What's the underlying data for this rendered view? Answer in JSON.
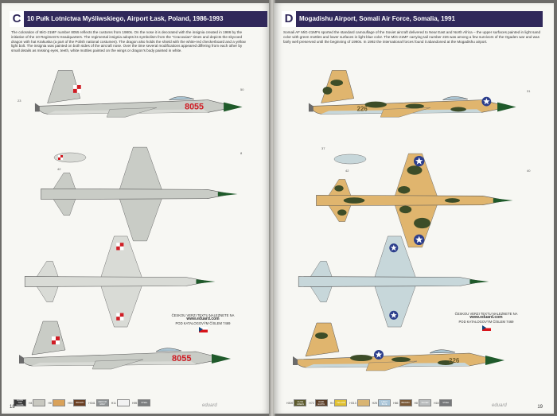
{
  "left": {
    "letter": "C",
    "title": "10 Pułk Lotnictwa Myśliwskiego, Airport Łask, Poland, 1986-1993",
    "description": "The coloration of MiG-21MF number 8055 reflects the customs from 1980s. On the nose it is decorated with the insignia created in 1986 by the initiative of the 10 Regiment's Headquarters. The regimental insignia adopts its symbolism from the \"Cracowian\" times and depicts the skycoed dragon with hat Krakuska (a part of the Polish national costumes). The dragon also holds the shield with the white-red checkerboard and a yellow light bolt. The insignia was painted on both sides of the aircraft nose. Over the time several modifications appeared differing from each other by small details as missing eyes, teeth, white mottles painted on the wings or dragon's body painted in white.",
    "aircraft_number": "8055",
    "page_number": "18",
    "brand": "eduard",
    "note": {
      "line1": "ČESKOU VERZI TEXTU NALEZNETE NA",
      "web": "www.eduard.com",
      "line2": "POD KATALOGOVÝM ČÍSLEM 7469"
    },
    "callouts": {
      "a": "23",
      "b": "50",
      "c": "8",
      "d": "42"
    },
    "legend": [
      {
        "num": "",
        "label": "GUNS/ THE GLASS",
        "color": "#3a3a3a"
      },
      {
        "num": "H4",
        "label": "",
        "color": "#c8c8c0"
      },
      {
        "num": "H8",
        "label": "",
        "color": "#d9a25a"
      },
      {
        "num": "H93",
        "label": "BROWN",
        "color": "#6a3f22"
      },
      {
        "num": "H341",
        "label": "MEDIUM GREY",
        "color": "#8e9294"
      },
      {
        "num": "H11",
        "label": "",
        "color": "#f2f2f2"
      },
      {
        "num": "H95",
        "label": "STEEL",
        "color": "#7d7f80"
      }
    ]
  },
  "right": {
    "letter": "D",
    "title": "Mogadishu Airport, Somali Air Force, Somalia, 1991",
    "description": "Somali AF MiG-21MFs sported the standard camouflage of the Soviet aircraft delivered to Near East and North Africa – the upper surfaces painted in light sand color with green mottles and lower surfaces in light blue color. The MiG-21MF carrying tail number 226 was among a few survivors of the Ogaden war and was fairly well preserved until the beginning of 1990s. In 1992 the international forces found it abandoned at the Mogadishu airport.",
    "aircraft_number": "226",
    "page_number": "19",
    "brand": "eduard",
    "note": {
      "line1": "ČESKOU VERZI TEXTU NALEZNETE NA",
      "web": "www.eduard.com",
      "line2": "POD KATALOGOVÝM ČÍSLEM 7469"
    },
    "callouts": {
      "a": "37",
      "b": "42",
      "c": "31",
      "d": "40"
    },
    "legend": [
      {
        "num": "H309",
        "label": "OLIVE GREEN",
        "color": "#5c5a2c"
      },
      {
        "num": "H72",
        "label": "DARK EARTH",
        "color": "#5a3d26"
      },
      {
        "num": "H4",
        "label": "YELLOW",
        "color": "#e0c030"
      },
      {
        "num": "H313",
        "label": "",
        "color": "#d9b573"
      },
      {
        "num": "H25",
        "label": "LIGHT BLUE",
        "color": "#a9c5d8"
      },
      {
        "num": "H66",
        "label": "BROWN",
        "color": "#7b5a38"
      },
      {
        "num": "H8",
        "label": "SILVER",
        "color": "#b9bcbd"
      },
      {
        "num": "H18",
        "label": "STEEL",
        "color": "#77797b"
      }
    ]
  },
  "colors": {
    "banner": "#30285a",
    "polish_grey": "#c9ccc6",
    "polish_belly": "#d9dbd6",
    "radome": "#1f5a2a",
    "somali_sand": "#e0b56e",
    "somali_green": "#3d4d28",
    "somali_blue": "#c7d7da",
    "polish_red": "#d01c24"
  }
}
